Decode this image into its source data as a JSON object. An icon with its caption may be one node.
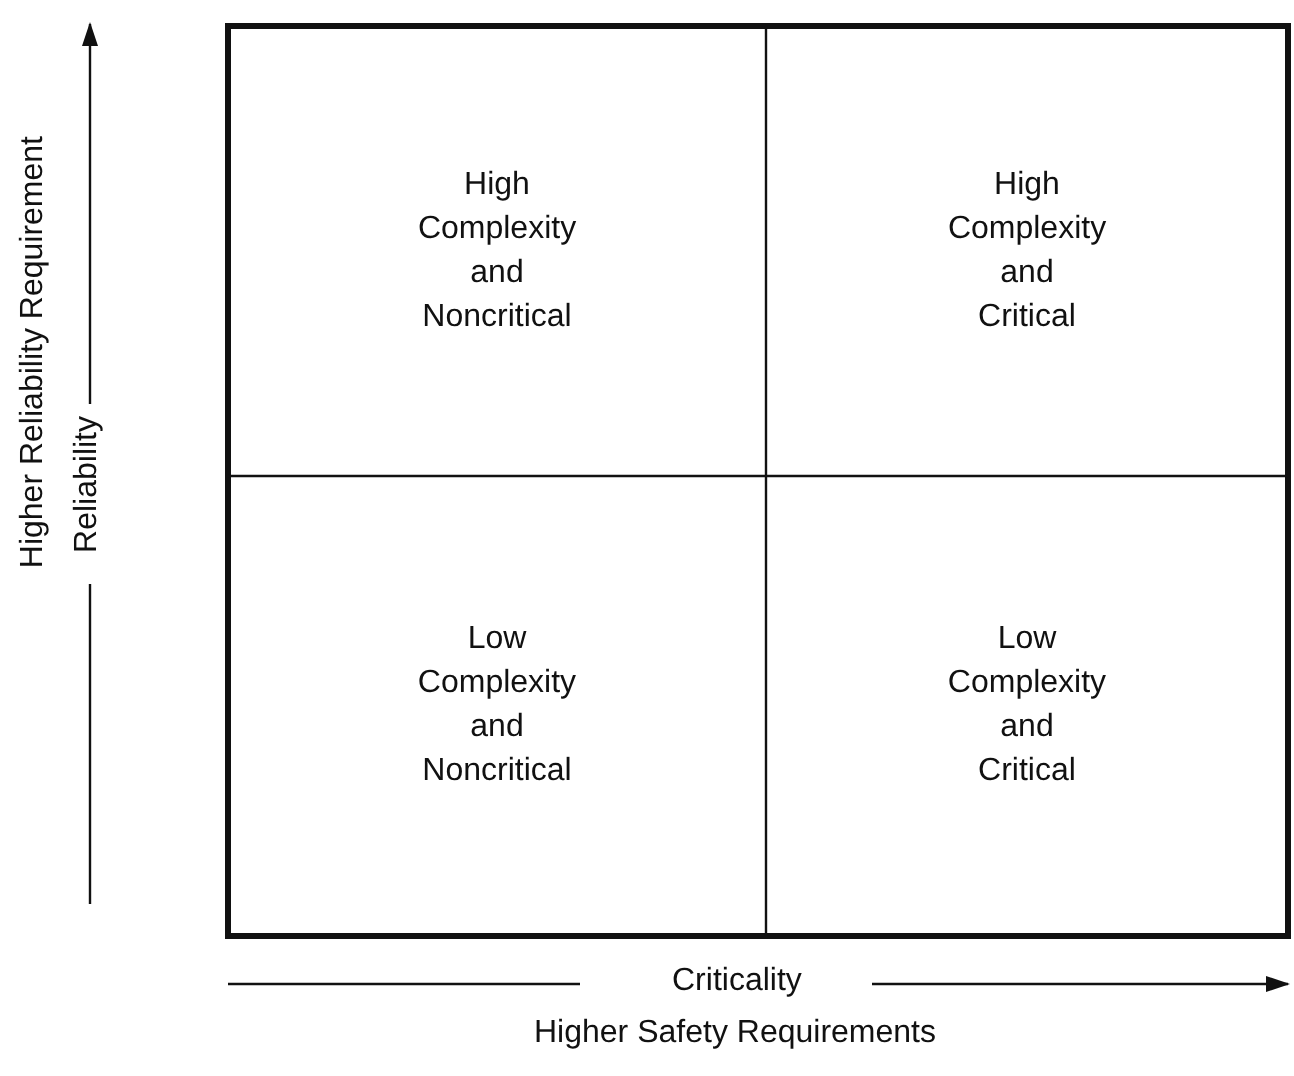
{
  "diagram": {
    "nodes": [
      {
        "text": [
          "High Complexity and Noncritical"
        ]
      },
      {
        "text": [
          "High Complexity and Critical"
        ]
      },
      {
        "text": [
          "Low Complexity and Noncritical"
        ]
      },
      {
        "text": [
          "Low Complexity and Critical"
        ]
      }
    ],
    "edges": [],
    "labels": [
      "Higher Reliability Requirement",
      "Reliability",
      "Criticality",
      "Higher Safety Requirements"
    ]
  }
}
